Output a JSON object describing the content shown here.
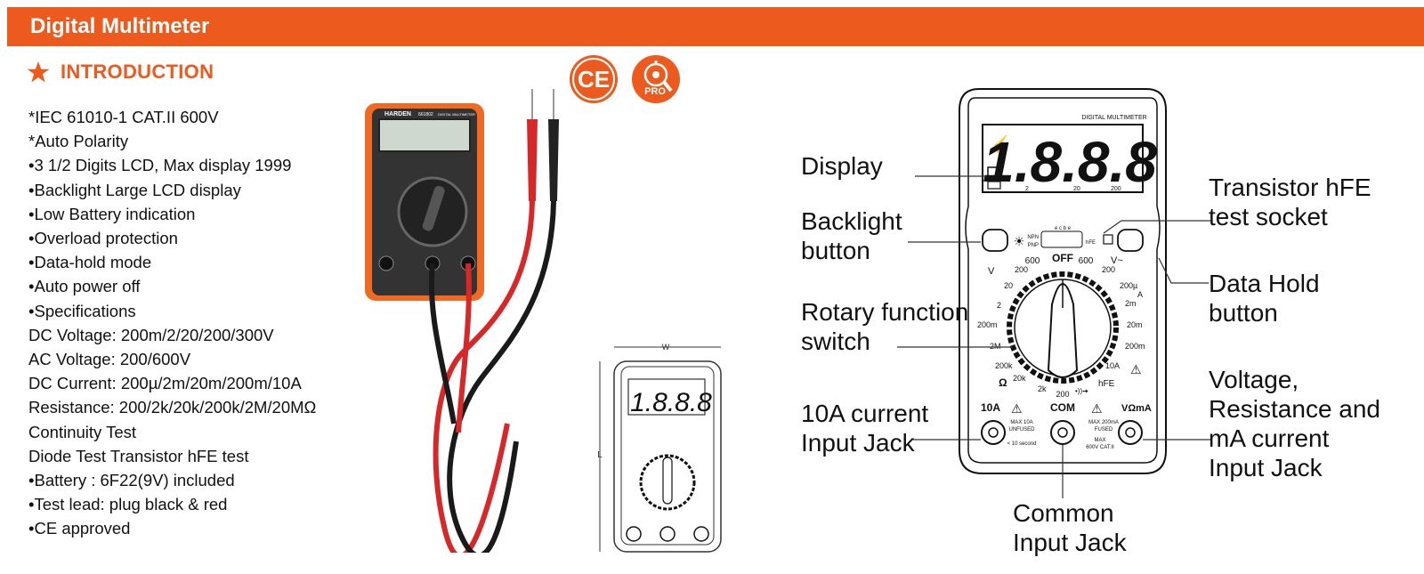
{
  "header": {
    "title": "Digital Multimeter"
  },
  "intro": {
    "heading": "INTRODUCTION"
  },
  "specs": [
    "*IEC 61010-1 CAT.II 600V",
    "*Auto Polarity",
    "•3 1/2 Digits LCD, Max display 1999",
    "•Backlight Large LCD display",
    "•Low Battery indication",
    "•Overload protection",
    "•Data-hold mode",
    "•Auto power off",
    "•Specifications",
    "DC Voltage: 200m/2/20/200/300V",
    "AC Voltage: 200/600V",
    "DC Current: 200µ/2m/20m/200m/10A",
    "Resistance: 200/2k/20k/200k/2M/20MΩ",
    "Continuity Test",
    "Diode Test Transistor hFE test",
    "•Battery : 6F22(9V) included",
    "•Test lead: plug black & red",
    "•CE approved"
  ],
  "badges": {
    "ce": "CE",
    "pro": "PRO"
  },
  "photo": {
    "brand": "HARDEN",
    "model": "661802",
    "subtitle": "DIGITAL MULTIMETER"
  },
  "dimensions": {
    "width_label": "W",
    "length_label": "L"
  },
  "diagram": {
    "title": "DIGITAL MULTIMETER",
    "display_digits": "1.8.8.8",
    "lcd_scale": [
      "2",
      "20",
      "200"
    ],
    "socket_pins": "e c b e",
    "npn": "NPN",
    "pnp": "PNP",
    "hfe": "hFE",
    "dial_labels": {
      "off": "OFF",
      "v600_left": "600",
      "v600_right": "600",
      "v_dc": "V",
      "v_ac": "V~",
      "a_dc": "A",
      "dcv_200": "200",
      "dcv_20": "20",
      "dcv_2": "2",
      "dcv_200m": "200m",
      "ohm_2m": "2M",
      "ohm_200k": "200k",
      "ohm_20k": "20k",
      "ohm_2k": "2k",
      "ohm_200": "200",
      "ohm": "Ω",
      "a_200u": "200µ",
      "a_2m": "2m",
      "a_20m": "20m",
      "a_200m": "200m",
      "a_10a": "10A",
      "acv_200": "200",
      "hfe_pos": "hFE"
    },
    "jacks": {
      "j10a": "10A",
      "j10a_note1": "MAX 10A",
      "j10a_note2": "UNFUSED",
      "j10a_note3": "< 10 second",
      "com": "COM",
      "com_note1": "MAX",
      "com_note2": "600V CAT.II",
      "vma": "VΩmA",
      "vma_note1": "MAX 200mA",
      "vma_note2": "FUSED"
    }
  },
  "callouts": {
    "display": "Display",
    "backlight": "Backlight\nbutton",
    "rotary": "Rotary function\nswitch",
    "input_10a": "10A current\nInput Jack",
    "common": "Common\nInput Jack",
    "transistor": "Transistor hFE\ntest socket",
    "data_hold": "Data Hold\nbutton",
    "voltage": "Voltage,\nResistance and\nmA current\nInput Jack"
  }
}
